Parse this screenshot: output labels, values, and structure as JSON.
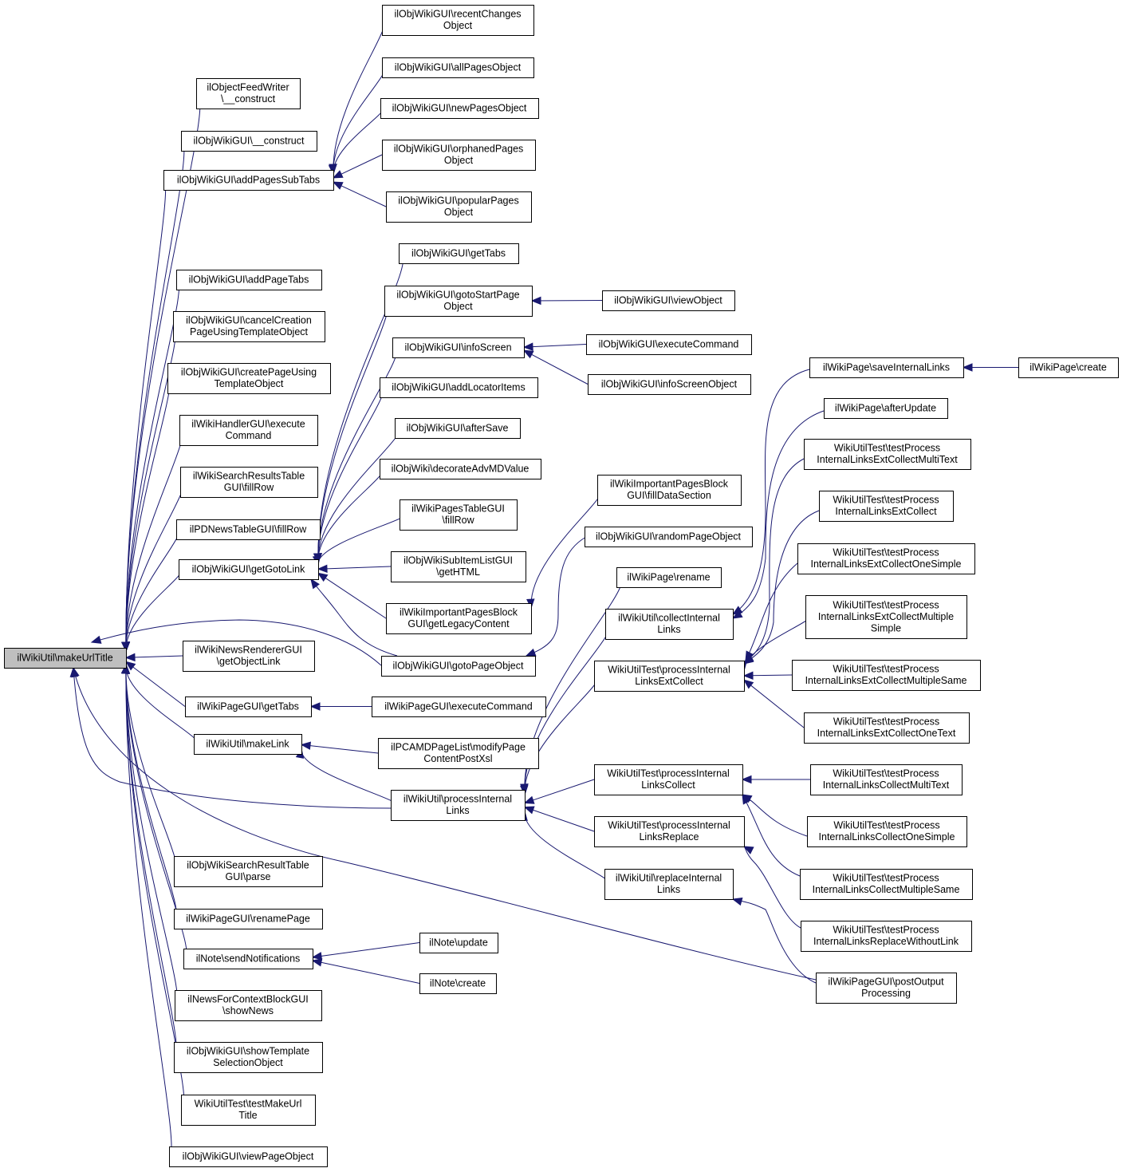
{
  "colors": {
    "edge": "#191970",
    "root_fill": "#bfbfbf",
    "node_fill": "#ffffff",
    "node_border": "#000000"
  },
  "nodes": [
    {
      "id": "root",
      "lines": [
        "ilWikiUtil\\makeUrlTitle"
      ]
    },
    {
      "id": "feedwriter",
      "lines": [
        "ilObjectFeedWriter",
        "\\__construct"
      ]
    },
    {
      "id": "owg_construct",
      "lines": [
        "ilObjWikiGUI\\__construct"
      ]
    },
    {
      "id": "addPagesSubTabs",
      "lines": [
        "ilObjWikiGUI\\addPagesSubTabs"
      ]
    },
    {
      "id": "recentChanges",
      "lines": [
        "ilObjWikiGUI\\recentChanges",
        "Object"
      ]
    },
    {
      "id": "allPages",
      "lines": [
        "ilObjWikiGUI\\allPagesObject"
      ]
    },
    {
      "id": "newPages",
      "lines": [
        "ilObjWikiGUI\\newPagesObject"
      ]
    },
    {
      "id": "orphanedPages",
      "lines": [
        "ilObjWikiGUI\\orphanedPages",
        "Object"
      ]
    },
    {
      "id": "popularPages",
      "lines": [
        "ilObjWikiGUI\\popularPages",
        "Object"
      ]
    },
    {
      "id": "addPageTabs",
      "lines": [
        "ilObjWikiGUI\\addPageTabs"
      ]
    },
    {
      "id": "cancelCreation",
      "lines": [
        "ilObjWikiGUI\\cancelCreation",
        "PageUsingTemplateObject"
      ]
    },
    {
      "id": "createPageUsing",
      "lines": [
        "ilObjWikiGUI\\createPageUsing",
        "TemplateObject"
      ]
    },
    {
      "id": "handlerExecute",
      "lines": [
        "ilWikiHandlerGUI\\execute",
        "Command"
      ]
    },
    {
      "id": "searchResultsFill",
      "lines": [
        "ilWikiSearchResultsTable",
        "GUI\\fillRow"
      ]
    },
    {
      "id": "pdNewsFill",
      "lines": [
        "ilPDNewsTableGUI\\fillRow"
      ]
    },
    {
      "id": "getGotoLink",
      "lines": [
        "ilObjWikiGUI\\getGotoLink"
      ]
    },
    {
      "id": "getTabs",
      "lines": [
        "ilObjWikiGUI\\getTabs"
      ]
    },
    {
      "id": "gotoStartPage",
      "lines": [
        "ilObjWikiGUI\\gotoStartPage",
        "Object"
      ]
    },
    {
      "id": "viewObject",
      "lines": [
        "ilObjWikiGUI\\viewObject"
      ]
    },
    {
      "id": "infoScreen",
      "lines": [
        "ilObjWikiGUI\\infoScreen"
      ]
    },
    {
      "id": "owgExecute",
      "lines": [
        "ilObjWikiGUI\\executeCommand"
      ]
    },
    {
      "id": "infoScreenObject",
      "lines": [
        "ilObjWikiGUI\\infoScreenObject"
      ]
    },
    {
      "id": "addLocator",
      "lines": [
        "ilObjWikiGUI\\addLocatorItems"
      ]
    },
    {
      "id": "afterSave",
      "lines": [
        "ilObjWikiGUI\\afterSave"
      ]
    },
    {
      "id": "decorate",
      "lines": [
        "ilObjWiki\\decorateAdvMDValue"
      ]
    },
    {
      "id": "pagesTableFill",
      "lines": [
        "ilWikiPagesTableGUI",
        "\\fillRow"
      ]
    },
    {
      "id": "subItemGetHTML",
      "lines": [
        "ilObjWikiSubItemListGUI",
        "\\getHTML"
      ]
    },
    {
      "id": "impLegacy",
      "lines": [
        "ilWikiImportantPagesBlock",
        "GUI\\getLegacyContent"
      ]
    },
    {
      "id": "impFill",
      "lines": [
        "ilWikiImportantPagesBlock",
        "GUI\\fillDataSection"
      ]
    },
    {
      "id": "randomPage",
      "lines": [
        "ilObjWikiGUI\\randomPageObject"
      ]
    },
    {
      "id": "gotoPage",
      "lines": [
        "ilObjWikiGUI\\gotoPageObject"
      ]
    },
    {
      "id": "newsRendererLink",
      "lines": [
        "ilWikiNewsRendererGUI",
        "\\getObjectLink"
      ]
    },
    {
      "id": "pageGuiGetTabs",
      "lines": [
        "ilWikiPageGUI\\getTabs"
      ]
    },
    {
      "id": "pageGuiExecute",
      "lines": [
        "ilWikiPageGUI\\executeCommand"
      ]
    },
    {
      "id": "makeLink",
      "lines": [
        "ilWikiUtil\\makeLink"
      ]
    },
    {
      "id": "pcamd",
      "lines": [
        "ilPCAMDPageList\\modifyPage",
        "ContentPostXsl"
      ]
    },
    {
      "id": "processInternal",
      "lines": [
        "ilWikiUtil\\processInternal",
        "Links"
      ]
    },
    {
      "id": "pageRename",
      "lines": [
        "ilWikiPage\\rename"
      ]
    },
    {
      "id": "collectInternal",
      "lines": [
        "ilWikiUtil\\collectInternal",
        "Links"
      ]
    },
    {
      "id": "pilExtCollect",
      "lines": [
        "WikiUtilTest\\processInternal",
        "LinksExtCollect"
      ]
    },
    {
      "id": "pilCollect",
      "lines": [
        "WikiUtilTest\\processInternal",
        "LinksCollect"
      ]
    },
    {
      "id": "pilReplace",
      "lines": [
        "WikiUtilTest\\processInternal",
        "LinksReplace"
      ]
    },
    {
      "id": "replaceInternal",
      "lines": [
        "ilWikiUtil\\replaceInternal",
        "Links"
      ]
    },
    {
      "id": "saveInternal",
      "lines": [
        "ilWikiPage\\saveInternalLinks"
      ]
    },
    {
      "id": "pageCreate",
      "lines": [
        "ilWikiPage\\create"
      ]
    },
    {
      "id": "afterUpdate",
      "lines": [
        "ilWikiPage\\afterUpdate"
      ]
    },
    {
      "id": "tExtMultiText",
      "lines": [
        "WikiUtilTest\\testProcess",
        "InternalLinksExtCollectMultiText"
      ]
    },
    {
      "id": "tExtCollect",
      "lines": [
        "WikiUtilTest\\testProcess",
        "InternalLinksExtCollect"
      ]
    },
    {
      "id": "tExtOneSimple",
      "lines": [
        "WikiUtilTest\\testProcess",
        "InternalLinksExtCollectOneSimple"
      ]
    },
    {
      "id": "tExtMultipleSimple",
      "lines": [
        "WikiUtilTest\\testProcess",
        "InternalLinksExtCollectMultiple",
        "Simple"
      ]
    },
    {
      "id": "tExtMultipleSame",
      "lines": [
        "WikiUtilTest\\testProcess",
        "InternalLinksExtCollectMultipleSame"
      ]
    },
    {
      "id": "tExtOneText",
      "lines": [
        "WikiUtilTest\\testProcess",
        "InternalLinksExtCollectOneText"
      ]
    },
    {
      "id": "tCollMultiText",
      "lines": [
        "WikiUtilTest\\testProcess",
        "InternalLinksCollectMultiText"
      ]
    },
    {
      "id": "tCollOneSimple",
      "lines": [
        "WikiUtilTest\\testProcess",
        "InternalLinksCollectOneSimple"
      ]
    },
    {
      "id": "tCollMultipleSame",
      "lines": [
        "WikiUtilTest\\testProcess",
        "InternalLinksCollectMultipleSame"
      ]
    },
    {
      "id": "tReplaceWithout",
      "lines": [
        "WikiUtilTest\\testProcess",
        "InternalLinksReplaceWithoutLink"
      ]
    },
    {
      "id": "postOutput",
      "lines": [
        "ilWikiPageGUI\\postOutput",
        "Processing"
      ]
    },
    {
      "id": "searchResultParse",
      "lines": [
        "ilObjWikiSearchResultTable",
        "GUI\\parse"
      ]
    },
    {
      "id": "renamePage",
      "lines": [
        "ilWikiPageGUI\\renamePage"
      ]
    },
    {
      "id": "sendNotifications",
      "lines": [
        "ilNote\\sendNotifications"
      ]
    },
    {
      "id": "noteUpdate",
      "lines": [
        "ilNote\\update"
      ]
    },
    {
      "id": "noteCreate",
      "lines": [
        "ilNote\\create"
      ]
    },
    {
      "id": "newsForContext",
      "lines": [
        "ilNewsForContextBlockGUI",
        "\\showNews"
      ]
    },
    {
      "id": "showTemplate",
      "lines": [
        "ilObjWikiGUI\\showTemplate",
        "SelectionObject"
      ]
    },
    {
      "id": "testMakeUrl",
      "lines": [
        "WikiUtilTest\\testMakeUrl",
        "Title"
      ]
    },
    {
      "id": "viewPage",
      "lines": [
        "ilObjWikiGUI\\viewPageObject"
      ]
    }
  ],
  "edges": [
    [
      "feedwriter",
      "root"
    ],
    [
      "owg_construct",
      "root"
    ],
    [
      "addPagesSubTabs",
      "root"
    ],
    [
      "addPageTabs",
      "root"
    ],
    [
      "cancelCreation",
      "root"
    ],
    [
      "createPageUsing",
      "root"
    ],
    [
      "handlerExecute",
      "root"
    ],
    [
      "searchResultsFill",
      "root"
    ],
    [
      "pdNewsFill",
      "root"
    ],
    [
      "getGotoLink",
      "root"
    ],
    [
      "gotoPage",
      "root"
    ],
    [
      "newsRendererLink",
      "root"
    ],
    [
      "pageGuiGetTabs",
      "root"
    ],
    [
      "makeLink",
      "root"
    ],
    [
      "processInternal",
      "root"
    ],
    [
      "postOutput",
      "root"
    ],
    [
      "searchResultParse",
      "root"
    ],
    [
      "renamePage",
      "root"
    ],
    [
      "sendNotifications",
      "root"
    ],
    [
      "newsForContext",
      "root"
    ],
    [
      "showTemplate",
      "root"
    ],
    [
      "testMakeUrl",
      "root"
    ],
    [
      "viewPage",
      "root"
    ],
    [
      "recentChanges",
      "addPagesSubTabs"
    ],
    [
      "allPages",
      "addPagesSubTabs"
    ],
    [
      "newPages",
      "addPagesSubTabs"
    ],
    [
      "orphanedPages",
      "addPagesSubTabs"
    ],
    [
      "popularPages",
      "addPagesSubTabs"
    ],
    [
      "getTabs",
      "getGotoLink"
    ],
    [
      "gotoStartPage",
      "getGotoLink"
    ],
    [
      "infoScreen",
      "getGotoLink"
    ],
    [
      "addLocator",
      "getGotoLink"
    ],
    [
      "afterSave",
      "getGotoLink"
    ],
    [
      "decorate",
      "getGotoLink"
    ],
    [
      "pagesTableFill",
      "getGotoLink"
    ],
    [
      "subItemGetHTML",
      "getGotoLink"
    ],
    [
      "impLegacy",
      "getGotoLink"
    ],
    [
      "gotoPage",
      "getGotoLink"
    ],
    [
      "viewObject",
      "gotoStartPage"
    ],
    [
      "owgExecute",
      "infoScreen"
    ],
    [
      "infoScreenObject",
      "infoScreen"
    ],
    [
      "impFill",
      "impLegacy"
    ],
    [
      "randomPage",
      "gotoPage"
    ],
    [
      "pageGuiExecute",
      "pageGuiGetTabs"
    ],
    [
      "pcamd",
      "makeLink"
    ],
    [
      "processInternal",
      "makeLink"
    ],
    [
      "pageRename",
      "processInternal"
    ],
    [
      "collectInternal",
      "processInternal"
    ],
    [
      "pilExtCollect",
      "processInternal"
    ],
    [
      "pilCollect",
      "processInternal"
    ],
    [
      "pilReplace",
      "processInternal"
    ],
    [
      "replaceInternal",
      "processInternal"
    ],
    [
      "saveInternal",
      "collectInternal"
    ],
    [
      "pageCreate",
      "saveInternal"
    ],
    [
      "afterUpdate",
      "collectInternal"
    ],
    [
      "tExtMultiText",
      "pilExtCollect"
    ],
    [
      "tExtCollect",
      "pilExtCollect"
    ],
    [
      "tExtOneSimple",
      "pilExtCollect"
    ],
    [
      "tExtMultipleSimple",
      "pilExtCollect"
    ],
    [
      "tExtMultipleSame",
      "pilExtCollect"
    ],
    [
      "tExtOneText",
      "pilExtCollect"
    ],
    [
      "tCollMultiText",
      "pilCollect"
    ],
    [
      "tCollOneSimple",
      "pilCollect"
    ],
    [
      "tCollMultipleSame",
      "pilCollect"
    ],
    [
      "tReplaceWithout",
      "pilReplace"
    ],
    [
      "postOutput",
      "replaceInternal"
    ],
    [
      "noteUpdate",
      "sendNotifications"
    ],
    [
      "noteCreate",
      "sendNotifications"
    ]
  ]
}
